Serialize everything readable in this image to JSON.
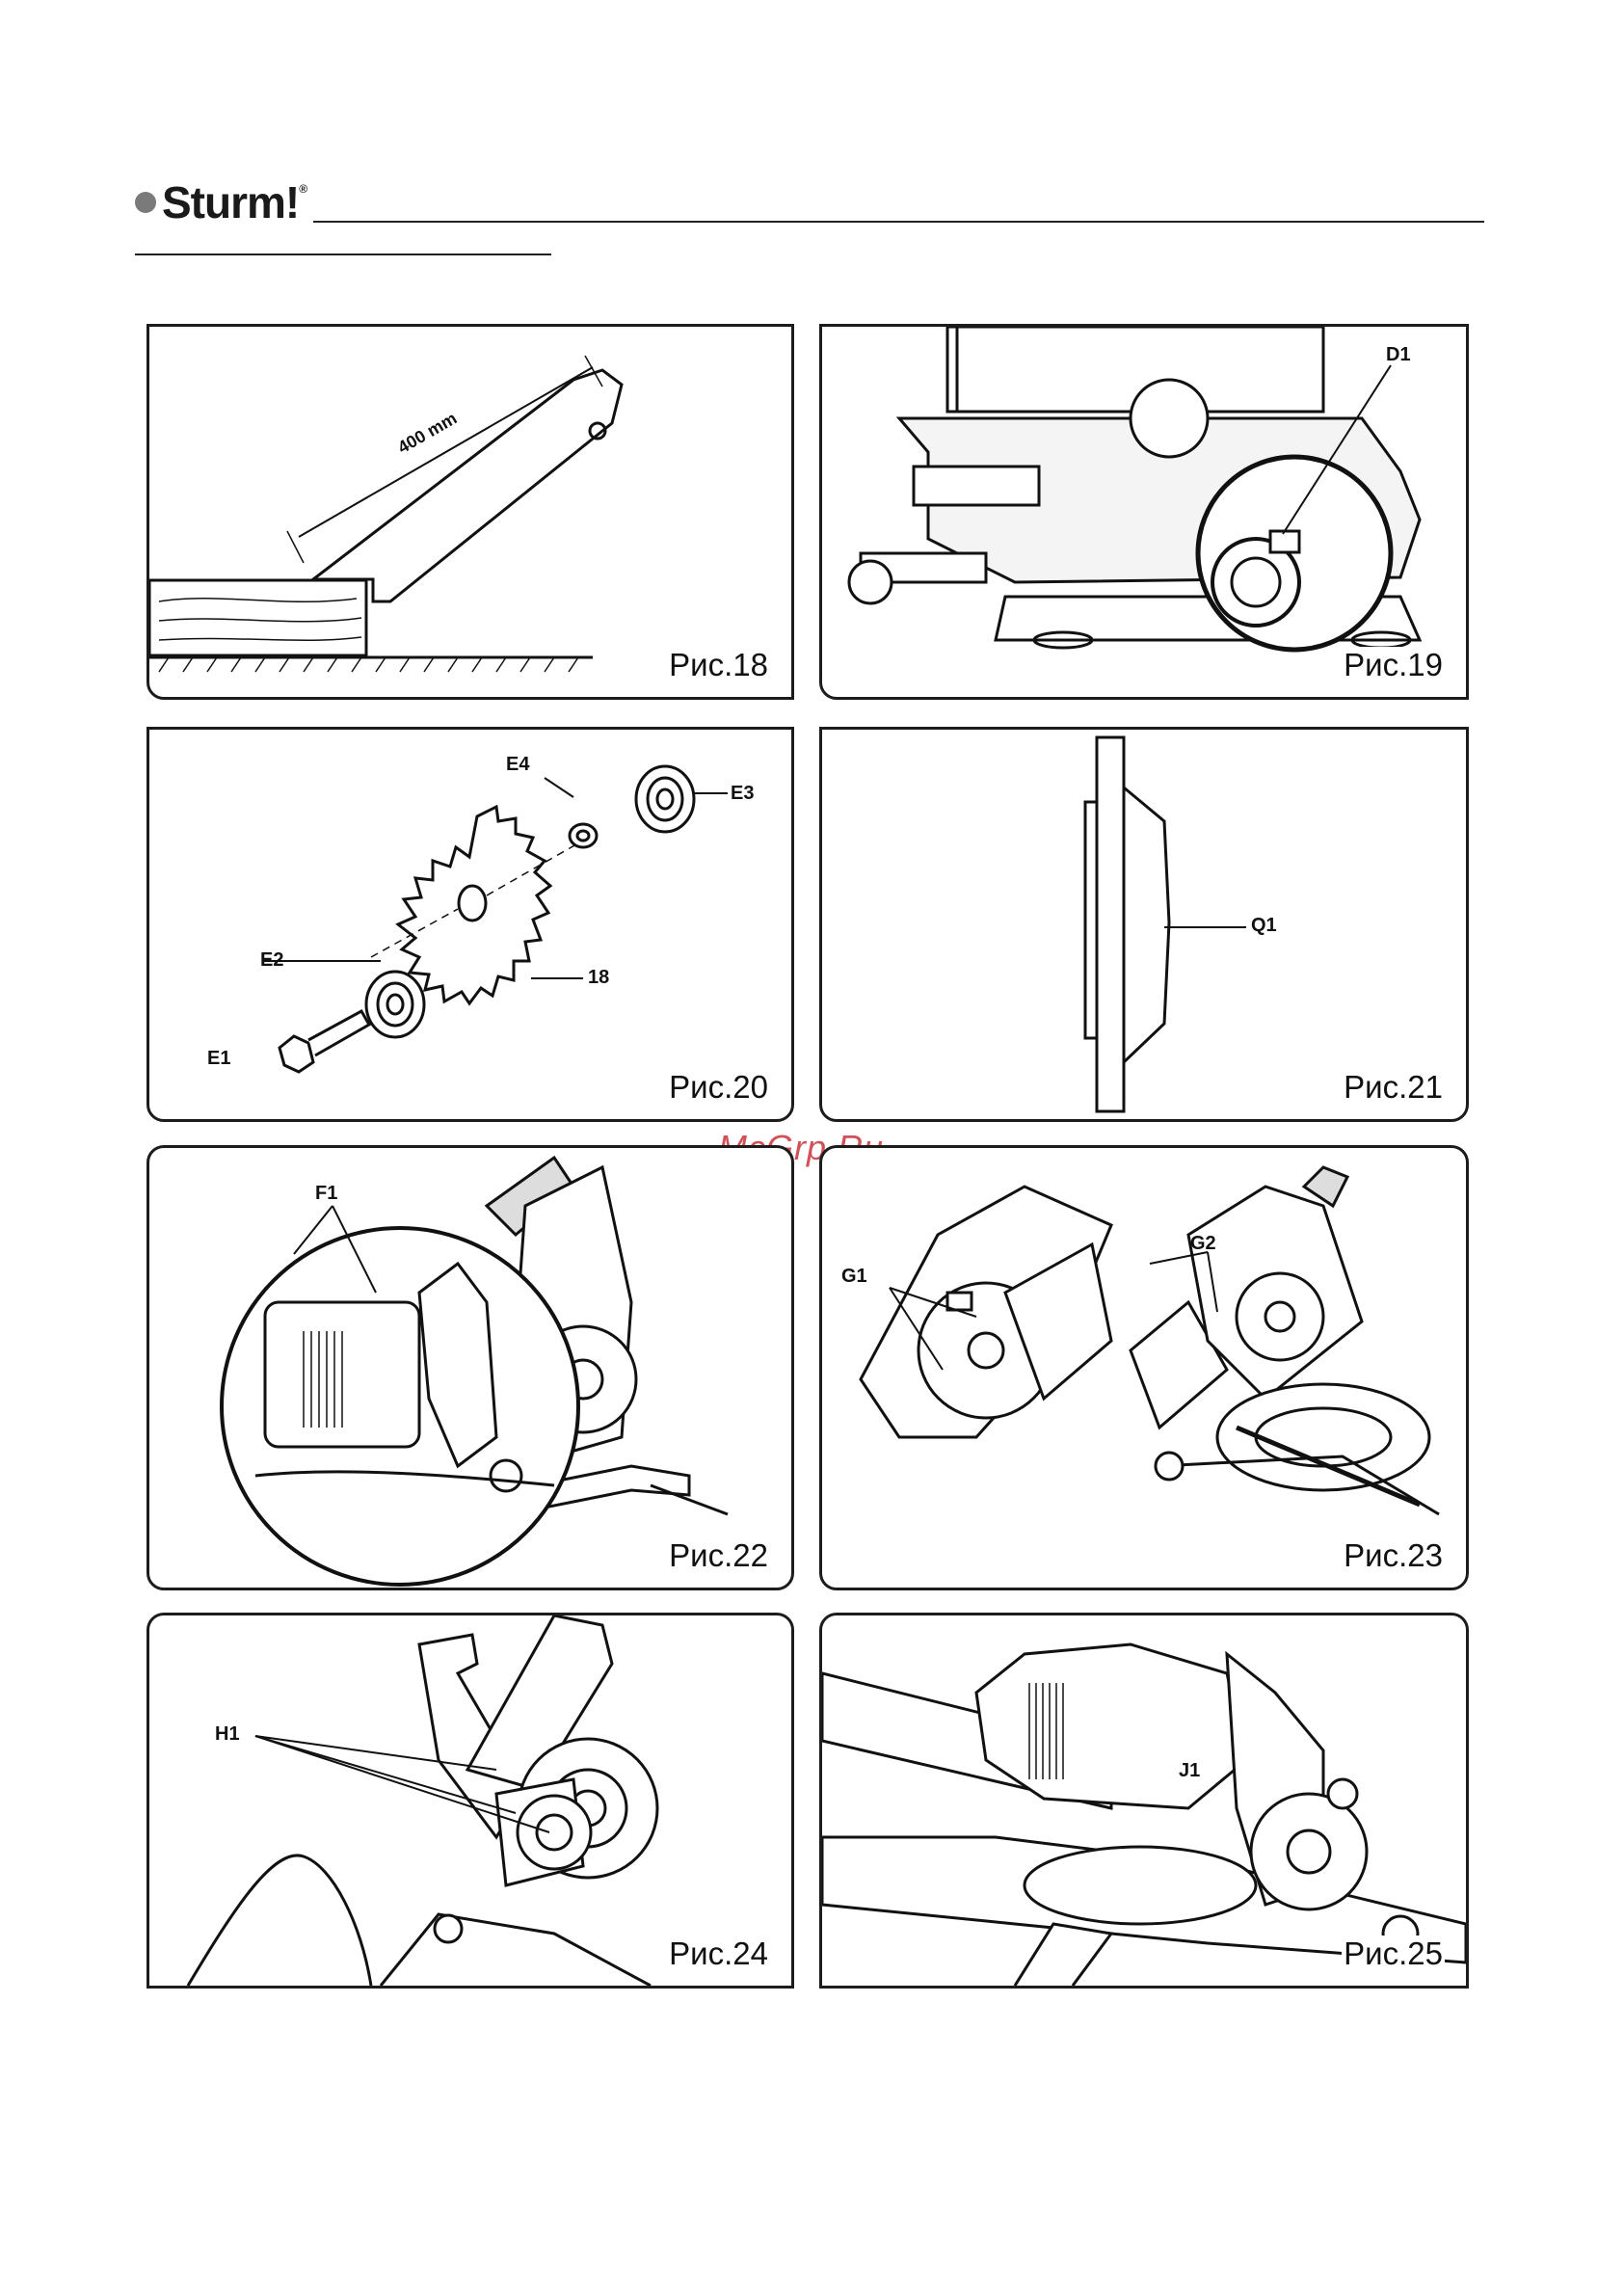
{
  "header": {
    "brand": "Sturm",
    "brand_mark": "!",
    "brand_reg": "®"
  },
  "watermark": "McGrp.Ru",
  "figures": [
    {
      "caption": "Рис.18",
      "labels": {
        "length": "400 mm"
      }
    },
    {
      "caption": "Рис.19",
      "labels": {
        "d1": "D1"
      }
    },
    {
      "caption": "Рис.20",
      "labels": {
        "e1": "E1",
        "e2": "E2",
        "e3": "E3",
        "e4": "E4",
        "blade": "18"
      }
    },
    {
      "caption": "Рис.21",
      "labels": {
        "q1": "Q1"
      }
    },
    {
      "caption": "Рис.22",
      "labels": {
        "f1": "F1"
      }
    },
    {
      "caption": "Рис.23",
      "labels": {
        "g1": "G1",
        "g2": "G2"
      }
    },
    {
      "caption": "Рис.24",
      "labels": {
        "h1": "H1"
      }
    },
    {
      "caption": "Рис.25",
      "labels": {
        "j1": "J1"
      }
    }
  ]
}
